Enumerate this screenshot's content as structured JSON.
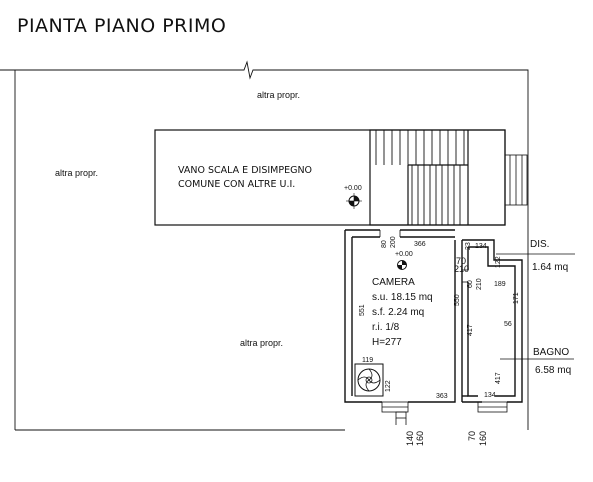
{
  "title": "PIANTA PIANO PRIMO",
  "labels": {
    "altra_top": "altra propr.",
    "altra_left": "altra propr.",
    "altra_bottom": "altra propr.",
    "stair_line1": "VANO SCALA E DISIMPEGNO",
    "stair_line2": "COMUNE CON ALTRE U.I.",
    "level_stair": "+0.00",
    "level_room": "+0.00"
  },
  "rooms": {
    "camera": {
      "name": "CAMERA",
      "su": "s.u.  18.15 mq",
      "sf": "s.f.  2.24 mq",
      "ri": "r.i.  1/8",
      "h": "H=277"
    },
    "dis": {
      "name": "DIS.",
      "area": "1.64 mq"
    },
    "bagno": {
      "name": "BAGNO",
      "area": "6.58 mq"
    }
  },
  "dimensions": {
    "d80": "80",
    "d200a": "200",
    "d366": "366",
    "d23": "23",
    "d134a": "134",
    "d70a": "70",
    "d210a": "210",
    "d122a": "122",
    "d60": "60",
    "d210b": "210",
    "d189": "189",
    "d551": "551",
    "d550": "550",
    "d171": "171",
    "d417a": "417",
    "d56": "56",
    "d119": "119",
    "d122b": "122",
    "d363": "363",
    "d417b": "417",
    "d134b": "134",
    "d140": "140",
    "d160a": "160",
    "d70b": "70",
    "d160b": "160"
  },
  "colors": {
    "line": "#111111",
    "background": "#ffffff"
  }
}
